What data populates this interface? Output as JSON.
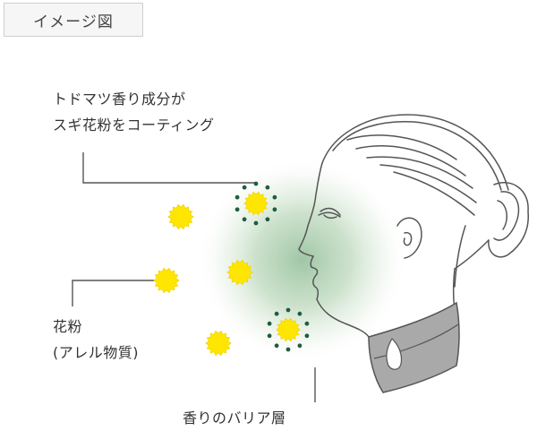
{
  "tag": {
    "text": "イメージ図"
  },
  "labels": {
    "coating_line1": "トドマツ香り成分が",
    "coating_line2": "スギ花粉をコーティング",
    "pollen_line1": "花粉",
    "pollen_line2": "(アレル物質)",
    "barrier": "香りのバリア層"
  },
  "colors": {
    "pollen": "#ffe600",
    "pollen_edge": "#f2d400",
    "coating_dot": "#1f5e3e",
    "barrier_glow": "#8fbc96",
    "line": "#555555",
    "outline": "#555555",
    "collar": "#a9a9a9"
  },
  "icons": {
    "pollen": "yellow-sun-burst",
    "coated_pollen": "pollen-with-green-dot-ring"
  }
}
